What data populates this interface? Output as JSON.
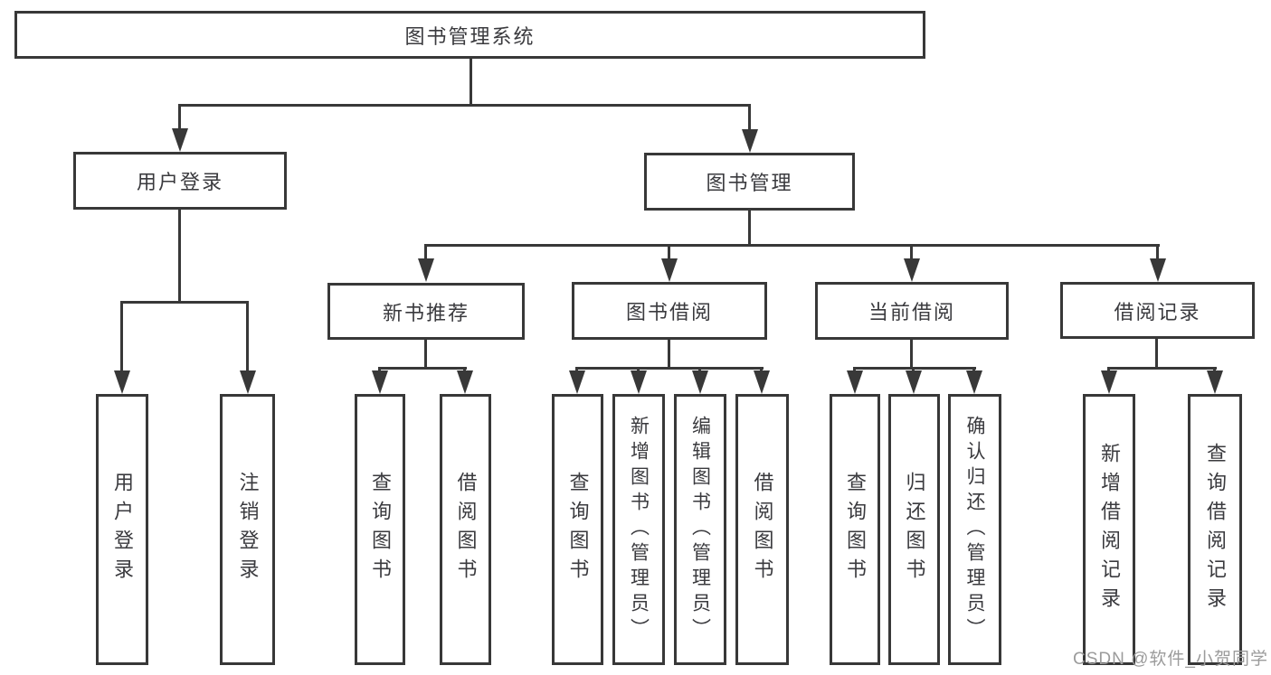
{
  "tree": {
    "root": {
      "label": "图书管理系统"
    },
    "branches": [
      {
        "label": "用户登录",
        "children": [
          {
            "label": "用户登录"
          },
          {
            "label": "注销登录"
          }
        ]
      },
      {
        "label": "图书管理",
        "children": [
          {
            "label": "新书推荐",
            "children": [
              {
                "label": "查询图书"
              },
              {
                "label": "借阅图书"
              }
            ]
          },
          {
            "label": "图书借阅",
            "children": [
              {
                "label": "查询图书"
              },
              {
                "label": "新增图书（管理员）"
              },
              {
                "label": "编辑图书（管理员）"
              },
              {
                "label": "借阅图书"
              }
            ]
          },
          {
            "label": "当前借阅",
            "children": [
              {
                "label": "查询图书"
              },
              {
                "label": "归还图书"
              },
              {
                "label": "确认归还（管理员）"
              }
            ]
          },
          {
            "label": "借阅记录",
            "children": [
              {
                "label": "新增借阅记录"
              },
              {
                "label": "查询借阅记录"
              }
            ]
          }
        ]
      }
    ]
  },
  "watermark": {
    "text": "CSDN @软件_小贺同学"
  },
  "colors": {
    "line": "#383838",
    "border": "#383838",
    "text": "#3a3a3e",
    "watermark": "#9b9b9b",
    "background": "#ffffff"
  }
}
